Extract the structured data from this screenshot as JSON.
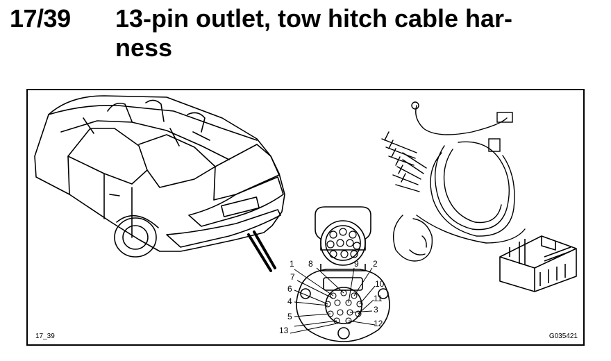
{
  "header": {
    "section_number": "17/39",
    "title_line1": "13-pin outlet, tow hitch cable har-",
    "title_line2": "ness"
  },
  "figure": {
    "label": "17_39",
    "code": "G035421",
    "pin_labels": [
      "1",
      "2",
      "3",
      "4",
      "5",
      "6",
      "7",
      "8",
      "9",
      "10",
      "11",
      "12",
      "13"
    ]
  }
}
